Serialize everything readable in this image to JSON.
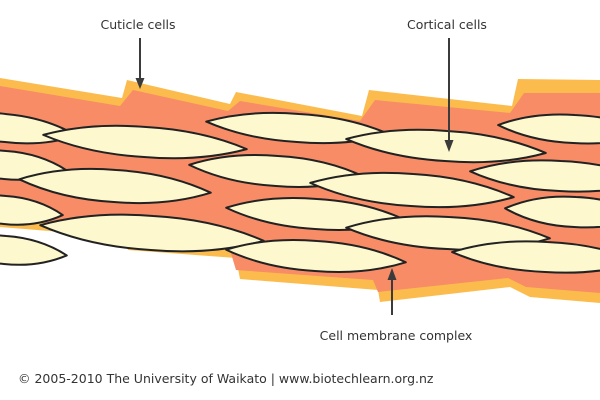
{
  "labels": {
    "cuticle": "Cuticle cells",
    "cortical": "Cortical cells",
    "cmc": "Cell membrane complex"
  },
  "credit": "© 2005-2010 The University of Waikato | www.biotechlearn.org.nz",
  "colors": {
    "cuticle": "#fbbc4d",
    "cortex": "#f78c66",
    "cell_fill": "#fdf8cd",
    "cell_stroke": "#222222",
    "arrow": "#3b3b3b",
    "text": "#333333"
  }
}
